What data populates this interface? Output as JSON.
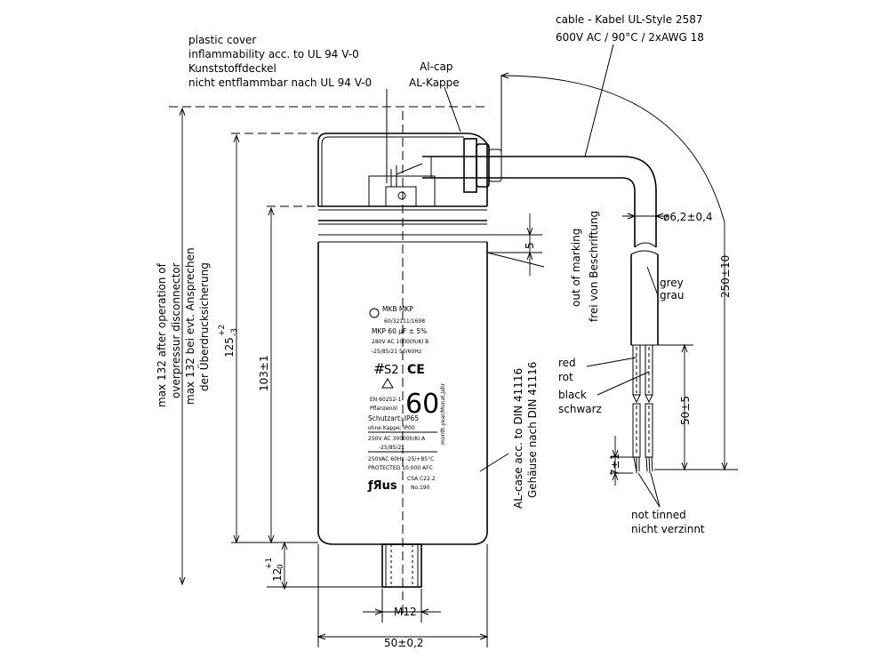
{
  "notes": {
    "plastic_cover": [
      "plastic cover",
      "inflammability acc. to UL 94 V-0",
      "Kunststoffdeckel",
      "nicht entflammbar nach UL 94 V-0"
    ],
    "al_cap": [
      "Al-cap",
      "AL-Kappe"
    ],
    "cable": [
      "cable - Kabel UL-Style 2587",
      "600V AC / 90°C / 2xAWG 18"
    ],
    "out_of_marking": [
      "out of marking",
      "frei von Beschriftung"
    ],
    "grey": [
      "grey",
      "grau"
    ],
    "red": [
      "red",
      "rot"
    ],
    "black": [
      "black",
      "schwarz"
    ],
    "al_case": [
      "AL-case acc. to DIN 41116",
      "Gehäuse nach DIN 41116"
    ],
    "not_tinned": [
      "not tinned",
      "nicht verzinnt"
    ],
    "max132": [
      "max 132 after operation of",
      "overpressur disconnector",
      "max 132 bei evt. Ansprechen",
      "der Überdrucksicherung"
    ]
  },
  "dimensions": {
    "d125": "125",
    "d125_tol_up": "+2",
    "d125_tol_dn": "-3",
    "d103": "103±1",
    "d12": "12",
    "d12_tol_up": "+1",
    "d12_tol_dn": "0",
    "m12": "M12",
    "d50": "50±0,2",
    "d5": "5",
    "d62": "ø6,2±0,4",
    "d250": "250±10",
    "d50_5": "50±5",
    "d7": "7±1"
  },
  "label": {
    "brand": "MKB MKP",
    "code": "60/32111/1698",
    "cap": "MKP 60 µF ± 5%",
    "l1": "280V AC 10000h/KI B",
    "l2": "-25/85/21 50/60Hz",
    "s2": "S2",
    "ce": "CE",
    "big": "60",
    "en": "EN 60252-1",
    "oil": "Pflanzenöl",
    "ip1": "Schutzart: IP65",
    "ip2": "ohne Kappe: IP00",
    "l3": "250V AC 30000h/KI A",
    "l4": "-25/85/21",
    "l5": "250VAC 60Hz -25/+85°C",
    "l6": "PROTECTED 10.000 AFC",
    "csa1": "CSA C22.2",
    "csa2": "No.190",
    "ur": "ƒЯus",
    "date": "month.year/Monat.Jahr"
  }
}
